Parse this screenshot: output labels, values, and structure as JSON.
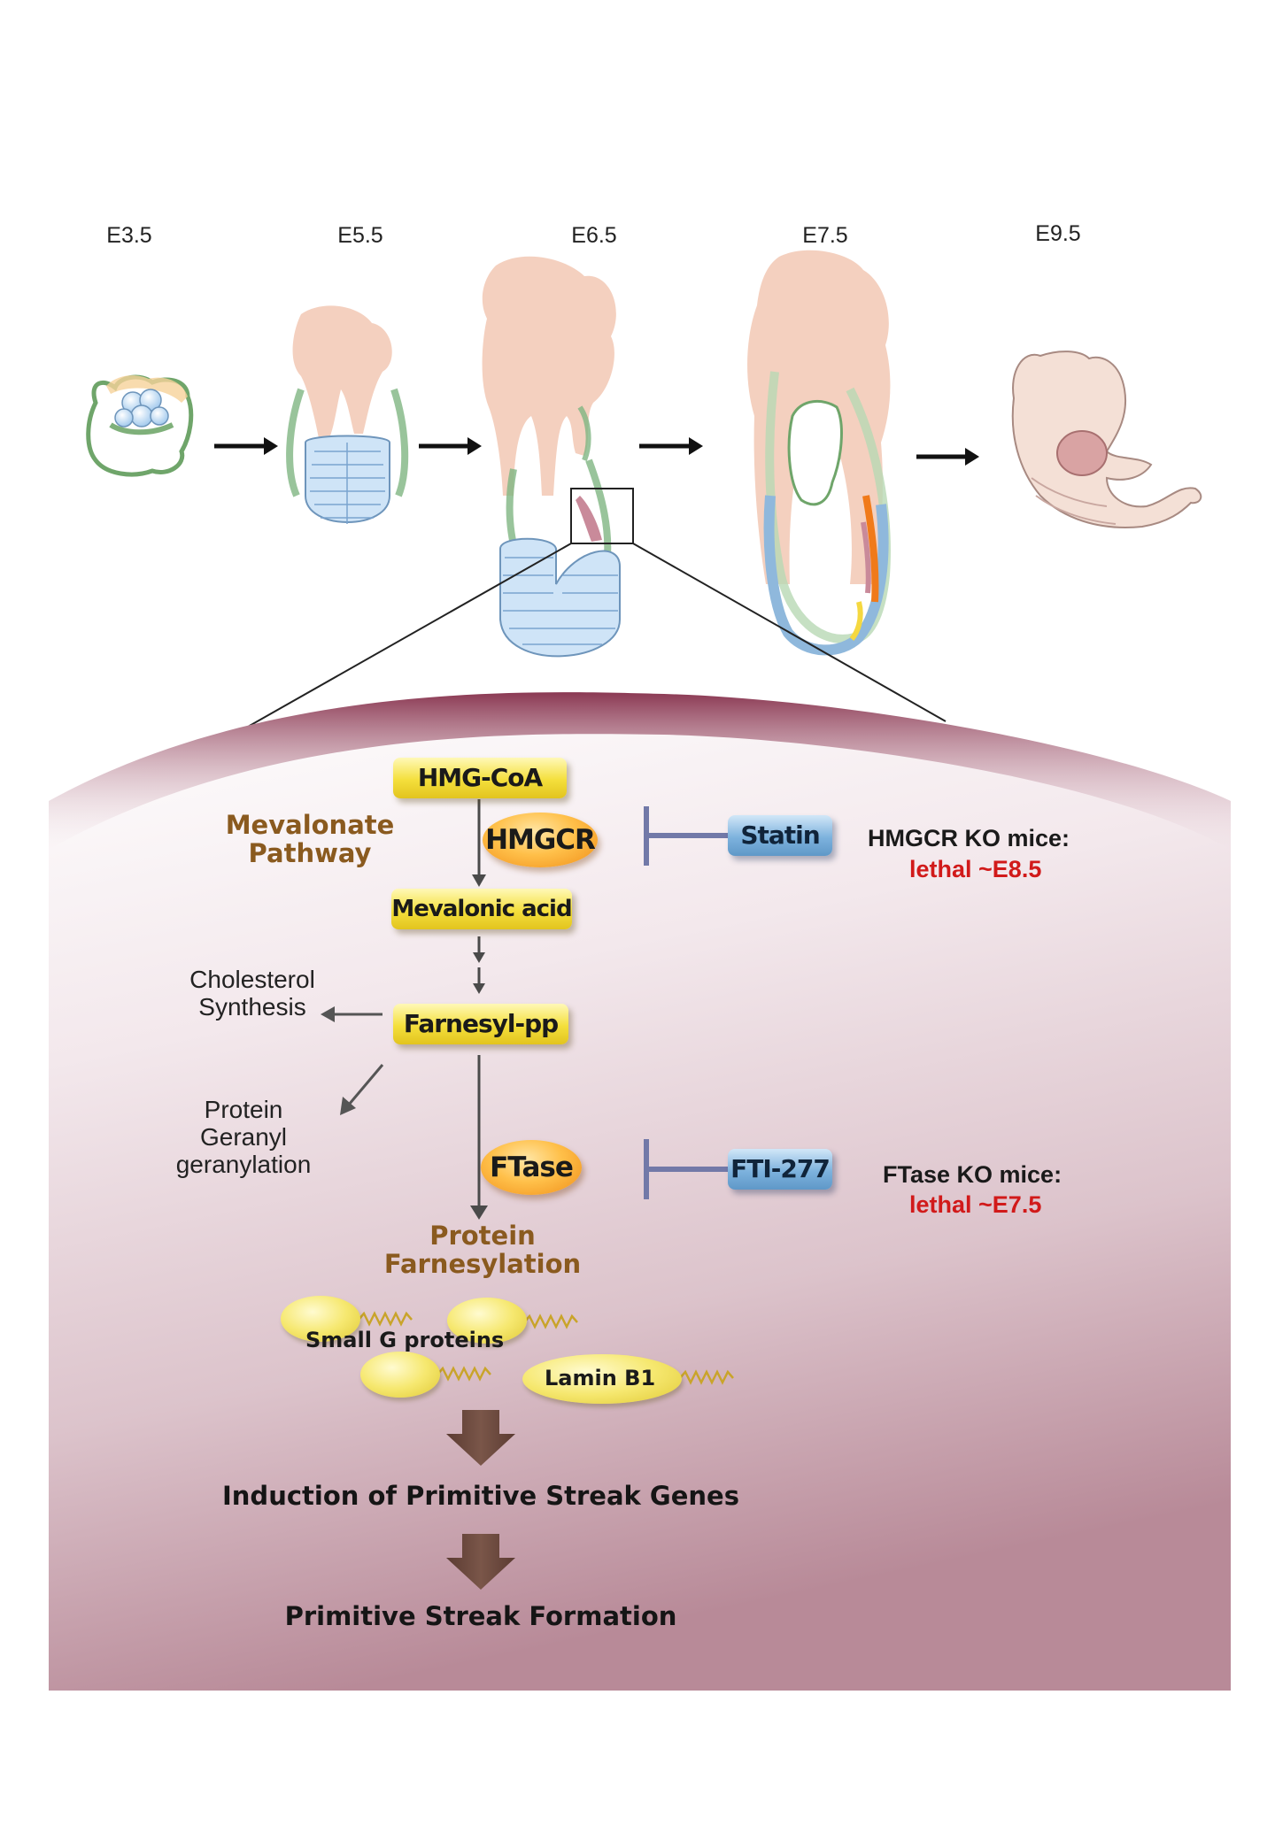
{
  "stages": [
    "E3.5",
    "E5.5",
    "E6.5",
    "E7.5",
    "E9.5"
  ],
  "pathway": {
    "title_line1": "Mevalonate",
    "title_line2": "Pathway",
    "hmg_coa": "HMG-CoA",
    "hmgcr": "HMGCR",
    "mevalonic_acid": "Mevalonic acid",
    "farnesyl_pp": "Farnesyl-pp",
    "ftase": "FTase",
    "cholesterol_line1": "Cholesterol",
    "cholesterol_line2": "Synthesis",
    "geranyl_line1": "Protein",
    "geranyl_line2": "Geranyl",
    "geranyl_line3": "geranylation",
    "farnesylation_line1": "Protein",
    "farnesylation_line2": "Farnesylation"
  },
  "inhibitors": {
    "statin": "Statin",
    "fti": "FTI-277"
  },
  "knockouts": {
    "hmgcr_title": "HMGCR KO mice:",
    "hmgcr_lethal": "lethal ~E8.5",
    "ftase_title": "FTase KO mice:",
    "ftase_lethal": "lethal ~E7.5"
  },
  "proteins": {
    "small_g": "Small G proteins",
    "lamin": "Lamin B1"
  },
  "outcomes": {
    "induction": "Induction of Primitive Streak Genes",
    "formation": "Primitive Streak Formation"
  },
  "colors": {
    "background_top": "#ffffff",
    "background_bottom": "#b88a98",
    "arc_edge": "#8a2a44",
    "pathway_brown": "#8a5a1f",
    "lethal_red": "#d11a1a",
    "big_arrow": "#6b4a3e"
  }
}
